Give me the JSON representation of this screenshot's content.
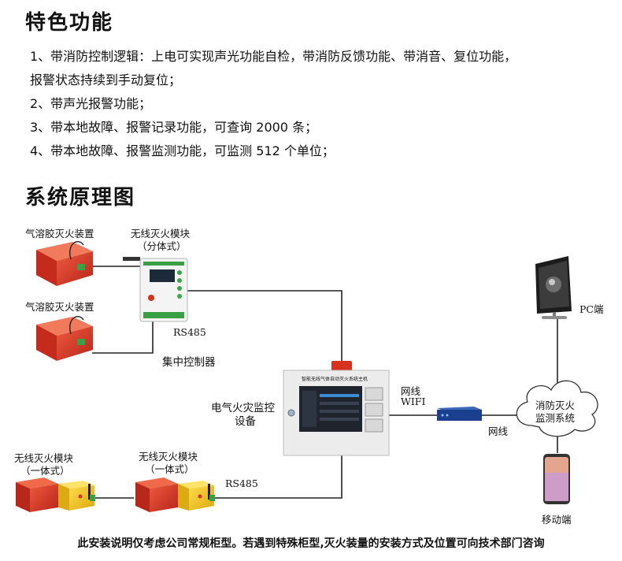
{
  "features": {
    "title": "特色功能",
    "items": [
      "1、带消防控制逻辑：上电可实现声光功能自检，带消防反馈功能、带消音、复位功能，",
      "报警状态持续到手动复位；",
      "2、带声光报警功能；",
      "3、带本地故障、报警记录功能，可查询 2000 条；",
      "4、带本地故障、报警监测功能，可监测 512 个单位；"
    ]
  },
  "diagram": {
    "title": "系统原理图",
    "labels": {
      "aerosol_1": "气溶胶灭火装置",
      "aerosol_2": "气溶胶灭火装置",
      "module_split_1": "无线灭火模块",
      "module_split_2": "（分体式）",
      "rs485_top": "RS485",
      "central_controller": "集中控制器",
      "host_title": "智能无线气体自动灭火系统主机",
      "monitor_device_1": "电气火灾监控",
      "monitor_device_2": "设备",
      "network_wifi_1": "网线",
      "network_wifi_2": "WIFI",
      "network_2": "网线",
      "cloud_1": "消防灭火",
      "cloud_2": "监测系统",
      "pc": "PC端",
      "mobile": "移动端",
      "module_int_a_1": "无线灭火模块",
      "module_int_a_2": "（一体式）",
      "module_int_b_1": "无线灭火模块",
      "module_int_b_2": "（一体式）",
      "rs485_bottom": "RS485"
    }
  },
  "footer": "此安装说明仅考虑公司常规柜型。若遇到特殊柜型,灭火装量的安装方式及位置可向技术部门咨询",
  "colors": {
    "device_red": "#d8321f",
    "device_yellow": "#f2c41a",
    "line": "#222222",
    "panel_bg": "#ececec",
    "screen": "#20242c"
  }
}
